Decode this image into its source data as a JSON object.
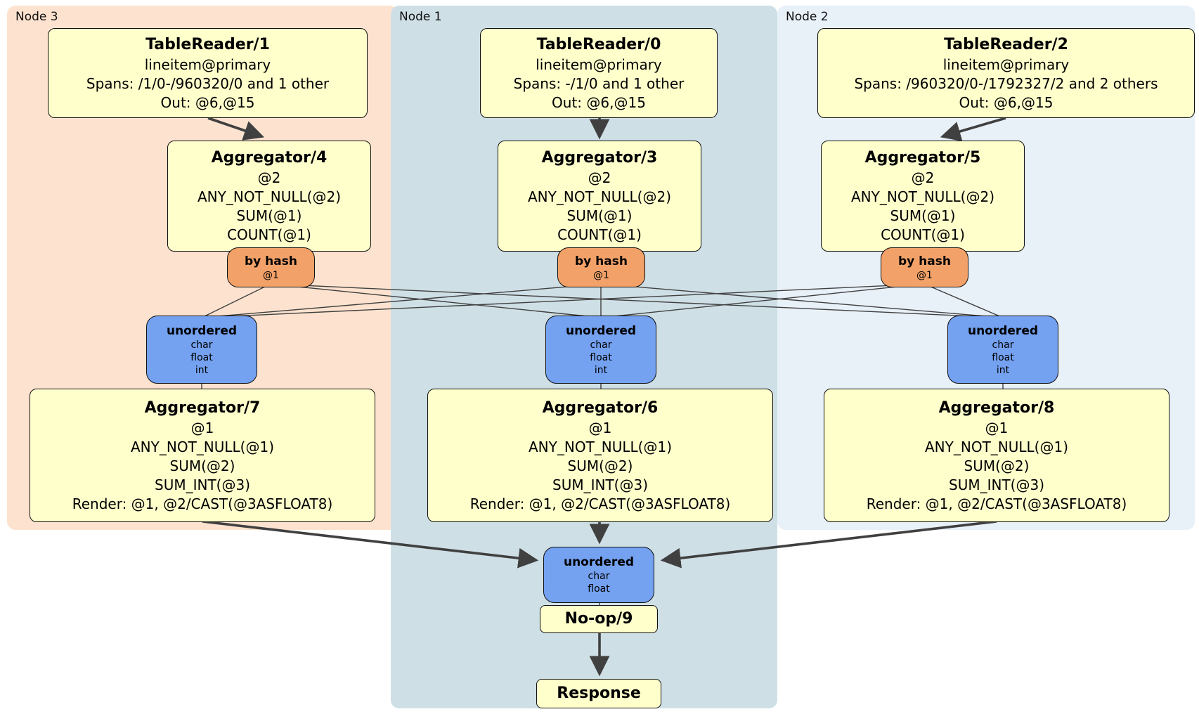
{
  "regions": {
    "node3": "Node 3",
    "node1": "Node 1",
    "node2": "Node 2"
  },
  "boxes": {
    "tr1": {
      "title": "TableReader/1",
      "lines": [
        "lineitem@primary",
        "Spans: /1/0-/960320/0 and 1 other",
        "Out: @6,@15"
      ]
    },
    "tr0": {
      "title": "TableReader/0",
      "lines": [
        "lineitem@primary",
        "Spans: -/1/0 and 1 other",
        "Out: @6,@15"
      ]
    },
    "tr2": {
      "title": "TableReader/2",
      "lines": [
        "lineitem@primary",
        "Spans: /960320/0-/1792327/2 and 2 others",
        "Out: @6,@15"
      ]
    },
    "agg4": {
      "title": "Aggregator/4",
      "lines": [
        "@2",
        "ANY_NOT_NULL(@2)",
        "SUM(@1)",
        "COUNT(@1)"
      ]
    },
    "agg3": {
      "title": "Aggregator/3",
      "lines": [
        "@2",
        "ANY_NOT_NULL(@2)",
        "SUM(@1)",
        "COUNT(@1)"
      ]
    },
    "agg5": {
      "title": "Aggregator/5",
      "lines": [
        "@2",
        "ANY_NOT_NULL(@2)",
        "SUM(@1)",
        "COUNT(@1)"
      ]
    },
    "hash3": {
      "title": "by hash",
      "lines": [
        "@1"
      ]
    },
    "hash1": {
      "title": "by hash",
      "lines": [
        "@1"
      ]
    },
    "hash2": {
      "title": "by hash",
      "lines": [
        "@1"
      ]
    },
    "uno3": {
      "title": "unordered",
      "lines": [
        "char",
        "float",
        "int"
      ]
    },
    "uno1": {
      "title": "unordered",
      "lines": [
        "char",
        "float",
        "int"
      ]
    },
    "uno2": {
      "title": "unordered",
      "lines": [
        "char",
        "float",
        "int"
      ]
    },
    "agg7": {
      "title": "Aggregator/7",
      "lines": [
        "@1",
        "ANY_NOT_NULL(@1)",
        "SUM(@2)",
        "SUM_INT(@3)",
        "Render: @1, @2/CAST(@3ASFLOAT8)"
      ]
    },
    "agg6": {
      "title": "Aggregator/6",
      "lines": [
        "@1",
        "ANY_NOT_NULL(@1)",
        "SUM(@2)",
        "SUM_INT(@3)",
        "Render: @1, @2/CAST(@3ASFLOAT8)"
      ]
    },
    "agg8": {
      "title": "Aggregator/8",
      "lines": [
        "@1",
        "ANY_NOT_NULL(@1)",
        "SUM(@2)",
        "SUM_INT(@3)",
        "Render: @1, @2/CAST(@3ASFLOAT8)"
      ]
    },
    "unoF": {
      "title": "unordered",
      "lines": [
        "char",
        "float"
      ]
    },
    "noop": {
      "title": "No-op/9"
    },
    "resp": {
      "title": "Response"
    }
  },
  "edges": [
    {
      "from": "tr1",
      "to": "agg4"
    },
    {
      "from": "tr0",
      "to": "agg3"
    },
    {
      "from": "tr2",
      "to": "agg5"
    },
    {
      "from": "agg4",
      "to": "hash3"
    },
    {
      "from": "agg3",
      "to": "hash1"
    },
    {
      "from": "agg5",
      "to": "hash2"
    },
    {
      "from": "hash3",
      "to": "uno3"
    },
    {
      "from": "hash3",
      "to": "uno1"
    },
    {
      "from": "hash3",
      "to": "uno2"
    },
    {
      "from": "hash1",
      "to": "uno3"
    },
    {
      "from": "hash1",
      "to": "uno1"
    },
    {
      "from": "hash1",
      "to": "uno2"
    },
    {
      "from": "hash2",
      "to": "uno3"
    },
    {
      "from": "hash2",
      "to": "uno1"
    },
    {
      "from": "hash2",
      "to": "uno2"
    },
    {
      "from": "uno3",
      "to": "agg7"
    },
    {
      "from": "uno1",
      "to": "agg6"
    },
    {
      "from": "uno2",
      "to": "agg8"
    },
    {
      "from": "agg7",
      "to": "unoF"
    },
    {
      "from": "agg6",
      "to": "unoF"
    },
    {
      "from": "agg8",
      "to": "unoF"
    },
    {
      "from": "unoF",
      "to": "noop"
    },
    {
      "from": "noop",
      "to": "resp"
    }
  ],
  "colors": {
    "region-node3": "#fde3cf",
    "region-node1": "#cfdfe6",
    "region-node2": "#e8f0f8",
    "processor-fill": "#ffffcc",
    "router-fill": "#f2a269",
    "sync-fill": "#74a1f0",
    "edge": "#404040"
  }
}
